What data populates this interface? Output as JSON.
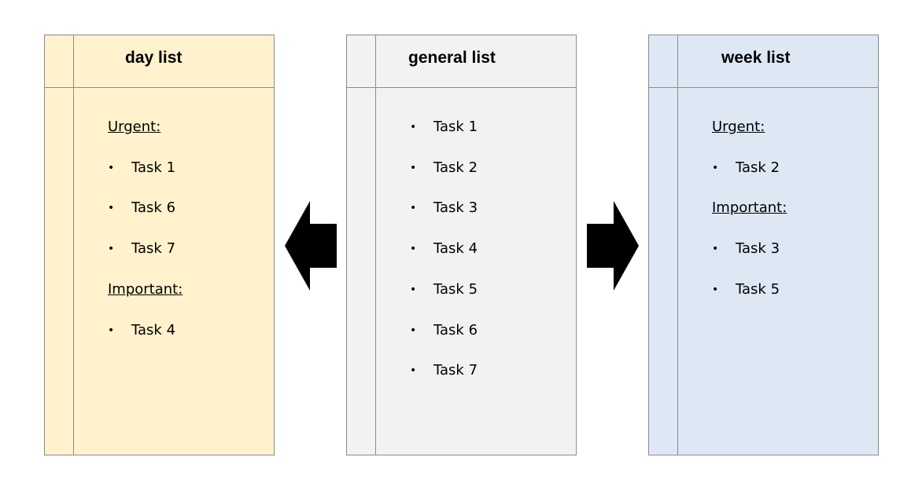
{
  "panels": {
    "day": {
      "title": "day list",
      "lines": [
        {
          "kind": "heading",
          "text": "Urgent:"
        },
        {
          "kind": "bullet",
          "text": "Task 1"
        },
        {
          "kind": "bullet",
          "text": "Task 6"
        },
        {
          "kind": "bullet",
          "text": "Task 7"
        },
        {
          "kind": "heading",
          "text": "Important:"
        },
        {
          "kind": "bullet",
          "text": "Task 4"
        }
      ]
    },
    "general": {
      "title": "general list",
      "lines": [
        {
          "kind": "bullet",
          "text": "Task 1"
        },
        {
          "kind": "bullet",
          "text": "Task 2"
        },
        {
          "kind": "bullet",
          "text": "Task 3"
        },
        {
          "kind": "bullet",
          "text": "Task 4"
        },
        {
          "kind": "bullet",
          "text": "Task 5"
        },
        {
          "kind": "bullet",
          "text": "Task 6"
        },
        {
          "kind": "bullet",
          "text": "Task 7"
        }
      ]
    },
    "week": {
      "title": "week list",
      "lines": [
        {
          "kind": "heading",
          "text": "Urgent:"
        },
        {
          "kind": "bullet",
          "text": "Task 2"
        },
        {
          "kind": "heading",
          "text": "Important:"
        },
        {
          "kind": "bullet",
          "text": "Task 3"
        },
        {
          "kind": "bullet",
          "text": "Task 5"
        }
      ]
    }
  },
  "arrows": [
    {
      "name": "arrow-left-icon",
      "direction": "left",
      "color": "#000000"
    },
    {
      "name": "arrow-right-icon",
      "direction": "right",
      "color": "#000000"
    }
  ],
  "colors": {
    "day_fill": "#fff2cc",
    "general_fill": "#f2f2f2",
    "week_fill": "#dee8f5",
    "border": "#8c8c8c"
  }
}
